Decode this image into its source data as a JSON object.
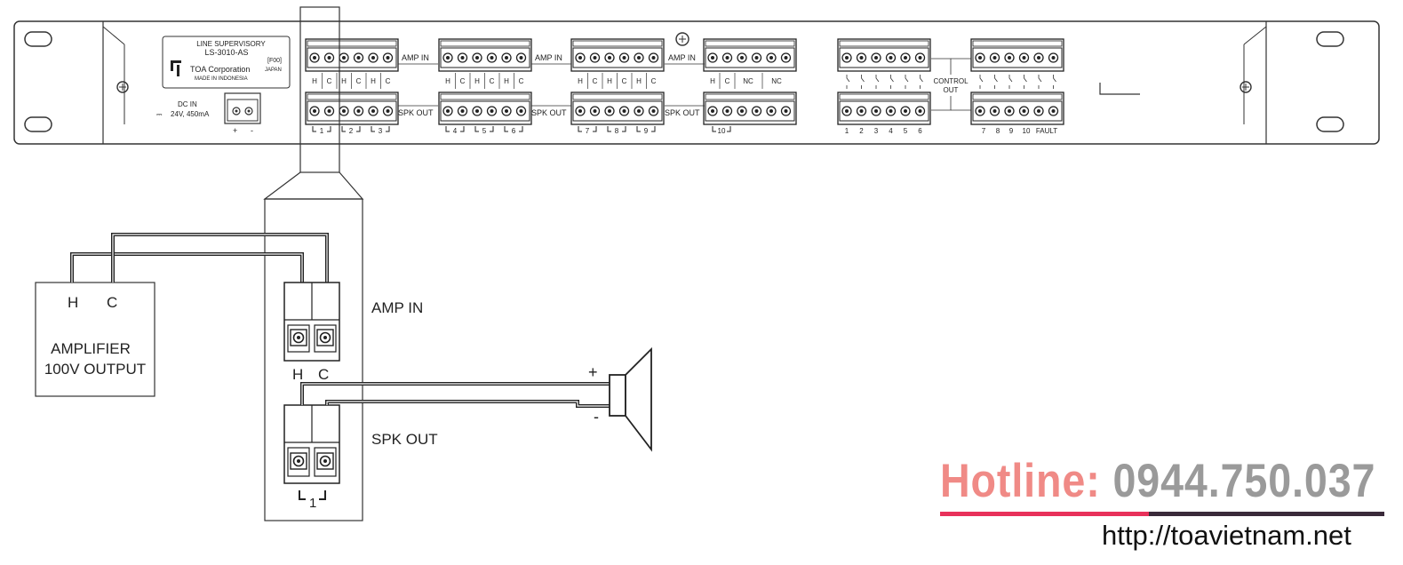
{
  "panel": {
    "product_line": "LINE SUPERVISORY",
    "model": "LS-3010-AS",
    "version": "[F00]",
    "brand": "TOA Corporation",
    "origin": "JAPAN",
    "made_in": "MADE IN INDONESIA",
    "dc_in_label": "DC IN",
    "dc_in_rating": "24V, 450mA",
    "dc_plus": "+",
    "dc_minus": "-",
    "amp_in_label": "AMP IN",
    "spk_out_label": "SPK OUT",
    "control_out_label_1": "CONTROL",
    "control_out_label_2": "OUT",
    "amp_pins": [
      [
        "H",
        "C",
        "H",
        "C",
        "H",
        "C"
      ],
      [
        "H",
        "C",
        "H",
        "C",
        "H",
        "C"
      ],
      [
        "H",
        "C",
        "H",
        "C",
        "H",
        "C"
      ]
    ],
    "last_block_pins": [
      "H",
      "C",
      "NC",
      "NC"
    ],
    "channel_numbers": [
      "1",
      "2",
      "3",
      "4",
      "5",
      "6",
      "7",
      "8",
      "9",
      "10"
    ],
    "control_numbers_left": [
      "1",
      "2",
      "3",
      "4",
      "5",
      "6"
    ],
    "control_numbers_right": [
      "7",
      "8",
      "9",
      "10",
      "FAULT"
    ]
  },
  "diagram": {
    "amplifier_h": "H",
    "amplifier_c": "C",
    "amplifier_line1": "AMPLIFIER",
    "amplifier_line2": "100V OUTPUT",
    "terminal_amp_in": "AMP IN",
    "terminal_spk_out": "SPK OUT",
    "terminal_h": "H",
    "terminal_c": "C",
    "channel_label": "1",
    "speaker_plus": "+",
    "speaker_minus": "-"
  },
  "contact": {
    "hotline_label": "Hotline: ",
    "hotline_number": "0944.750.037",
    "website": "http://toavietnam.net"
  },
  "colors": {
    "hotline_pink": "#f08a86",
    "hotline_gray": "#9a9a9a",
    "bar_pink": "#e8315a",
    "bar_dark": "#3a2a3a"
  }
}
